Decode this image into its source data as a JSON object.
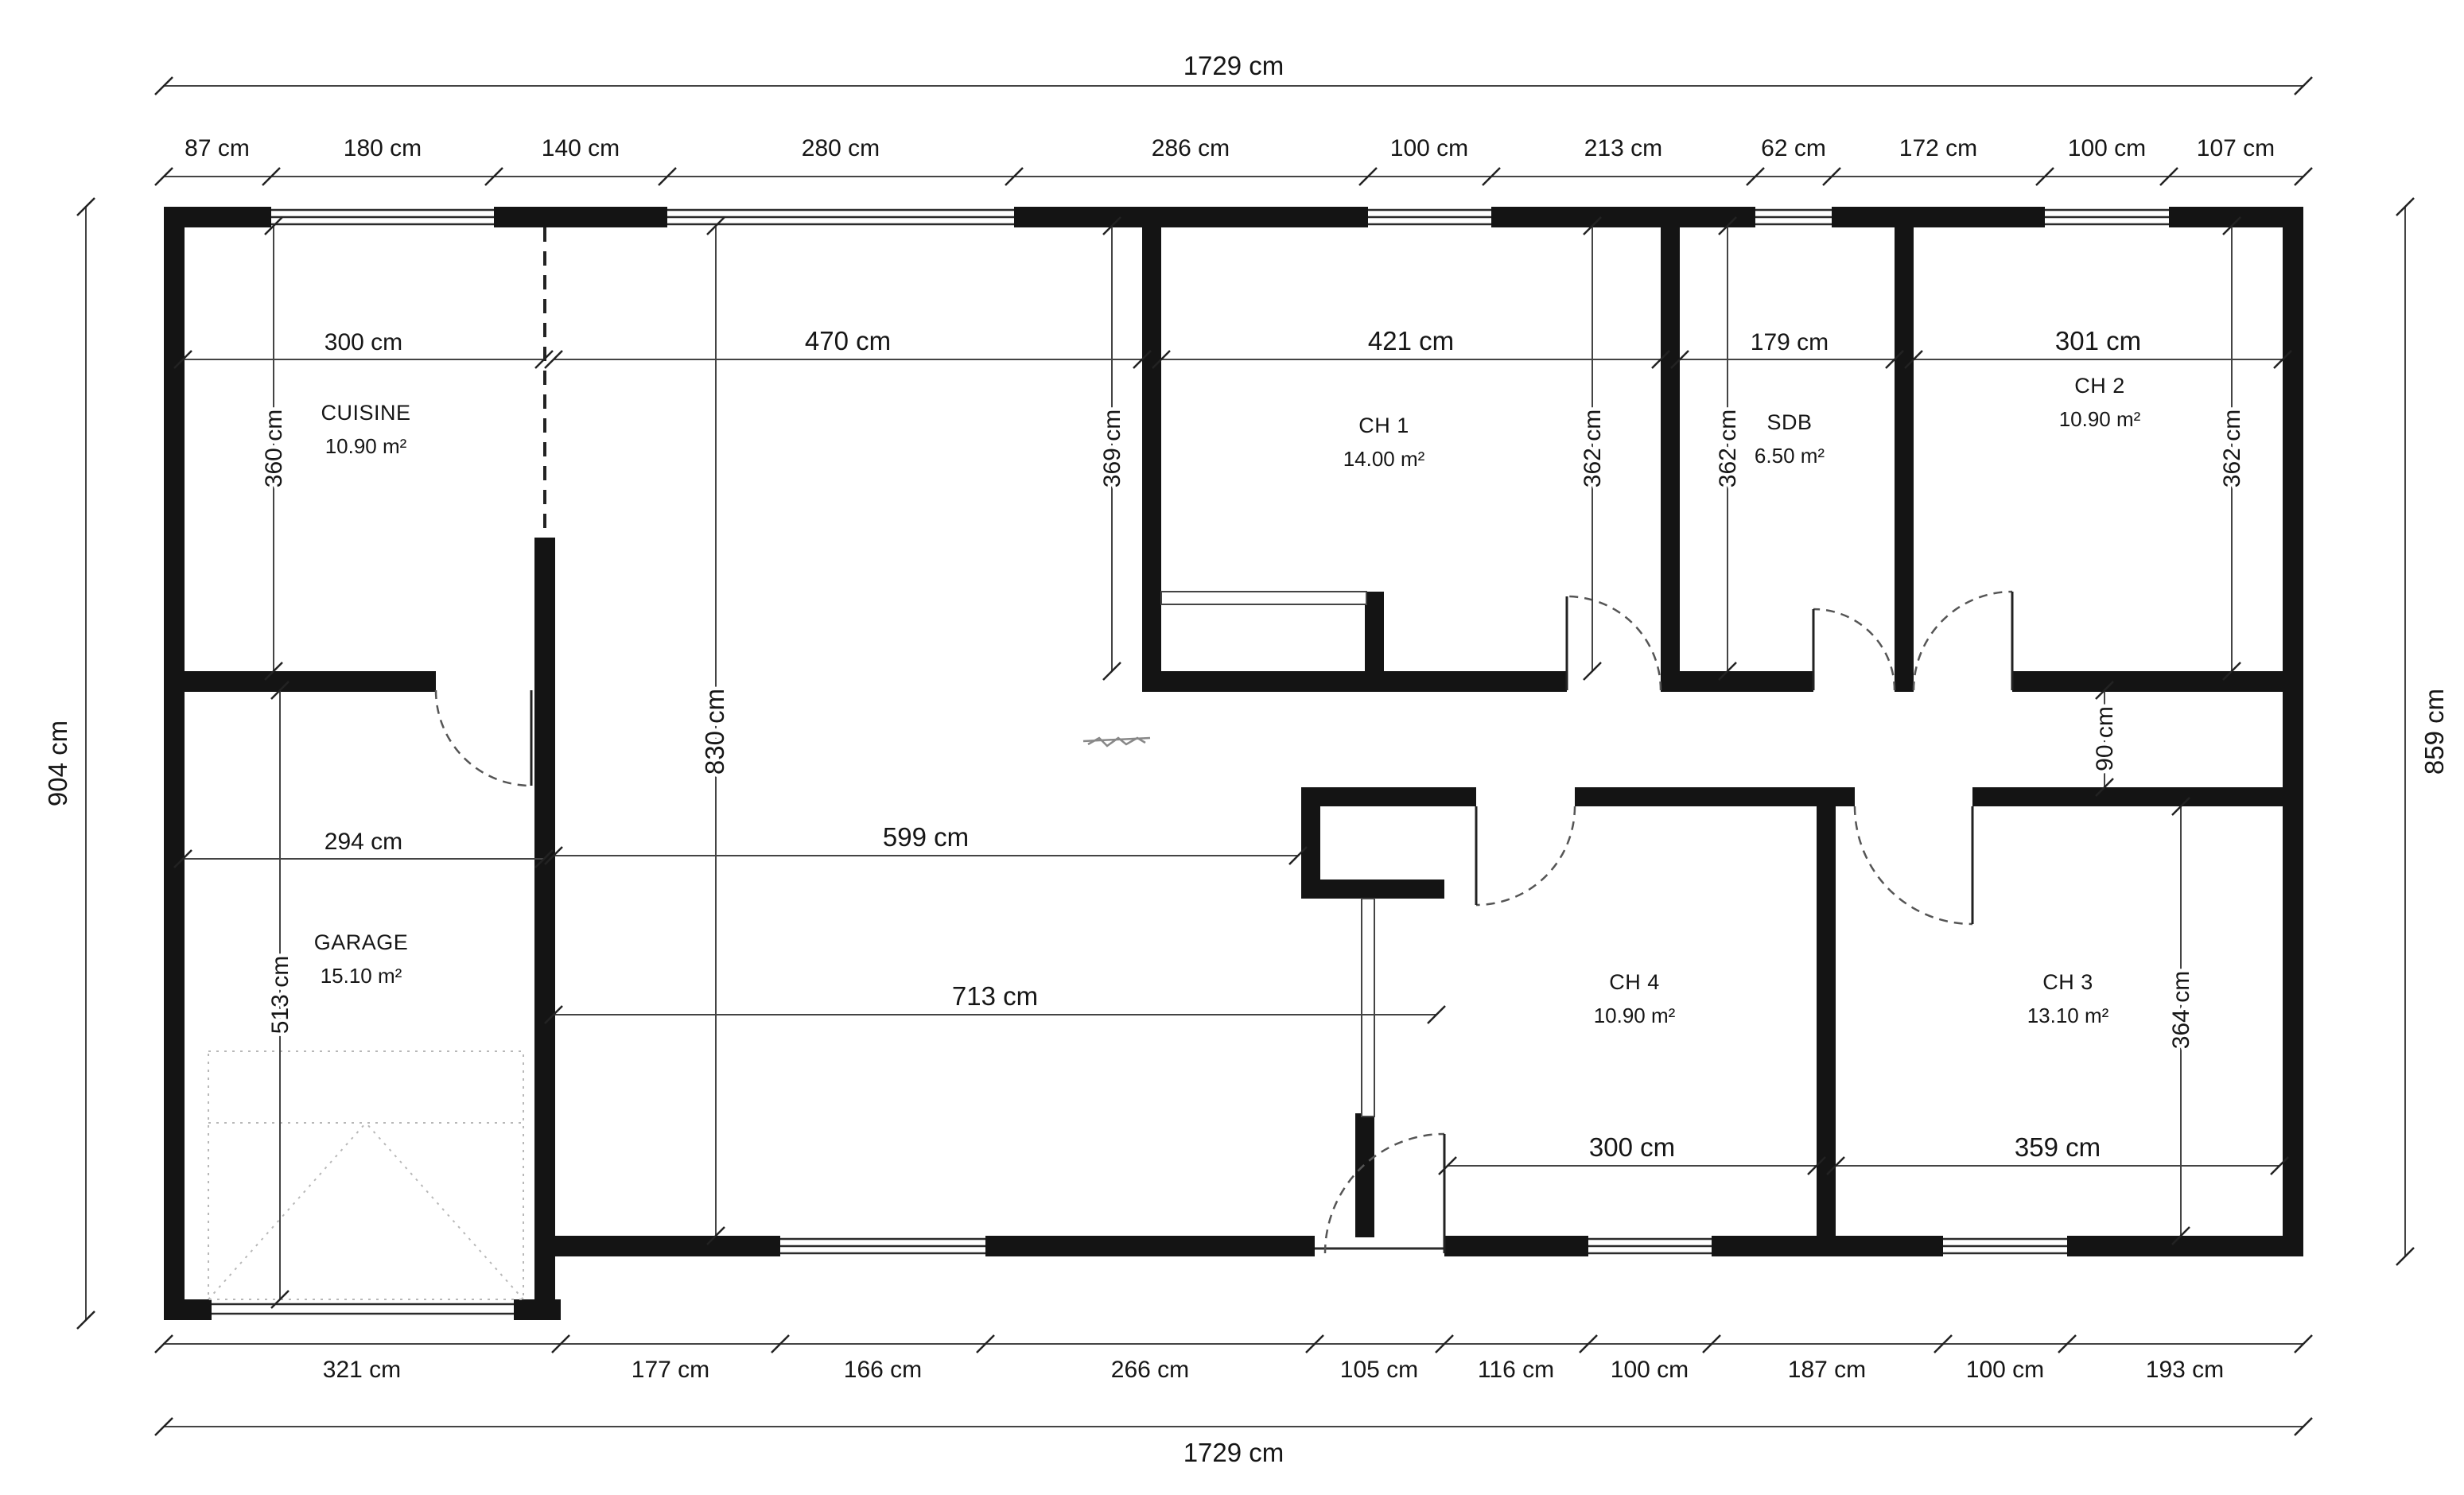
{
  "plan": {
    "overall": {
      "top": "1729 cm",
      "bottom": "1729 cm",
      "left": "904 cm",
      "right": "859 cm"
    },
    "top_chain": [
      "87 cm",
      "180 cm",
      "140 cm",
      "280 cm",
      "286 cm",
      "100 cm",
      "213 cm",
      "62 cm",
      "172 cm",
      "100 cm",
      "107 cm"
    ],
    "bottom_chain": [
      "321 cm",
      "177 cm",
      "166 cm",
      "266 cm",
      "105 cm",
      "116 cm",
      "100 cm",
      "187 cm",
      "100 cm",
      "193 cm"
    ],
    "rooms": {
      "cuisine": {
        "name": "CUISINE",
        "area": "10.90 m²",
        "w": "300 cm",
        "h": "360 cm"
      },
      "garage": {
        "name": "GARAGE",
        "area": "15.10 m²",
        "w": "294 cm",
        "h": "513 cm"
      },
      "ch1": {
        "name": "CH 1",
        "area": "14.00 m²",
        "w": "421 cm",
        "h_left": "369 cm",
        "h_right": "362 cm"
      },
      "sdb": {
        "name": "SDB",
        "area": "6.50 m²",
        "w": "179 cm",
        "h": "362 cm"
      },
      "ch2": {
        "name": "CH 2",
        "area": "10.90 m²",
        "w": "301 cm",
        "h": "362 cm"
      },
      "ch4": {
        "name": "CH 4",
        "area": "10.90 m²",
        "w": "300 cm"
      },
      "ch3": {
        "name": "CH 3",
        "area": "13.10 m²",
        "w": "359 cm",
        "h": "364 cm"
      }
    },
    "sejour": {
      "w": "470 cm",
      "h": "830 cm",
      "d1": "599 cm",
      "d2": "713 cm"
    },
    "hall": {
      "w": "90 cm"
    }
  }
}
